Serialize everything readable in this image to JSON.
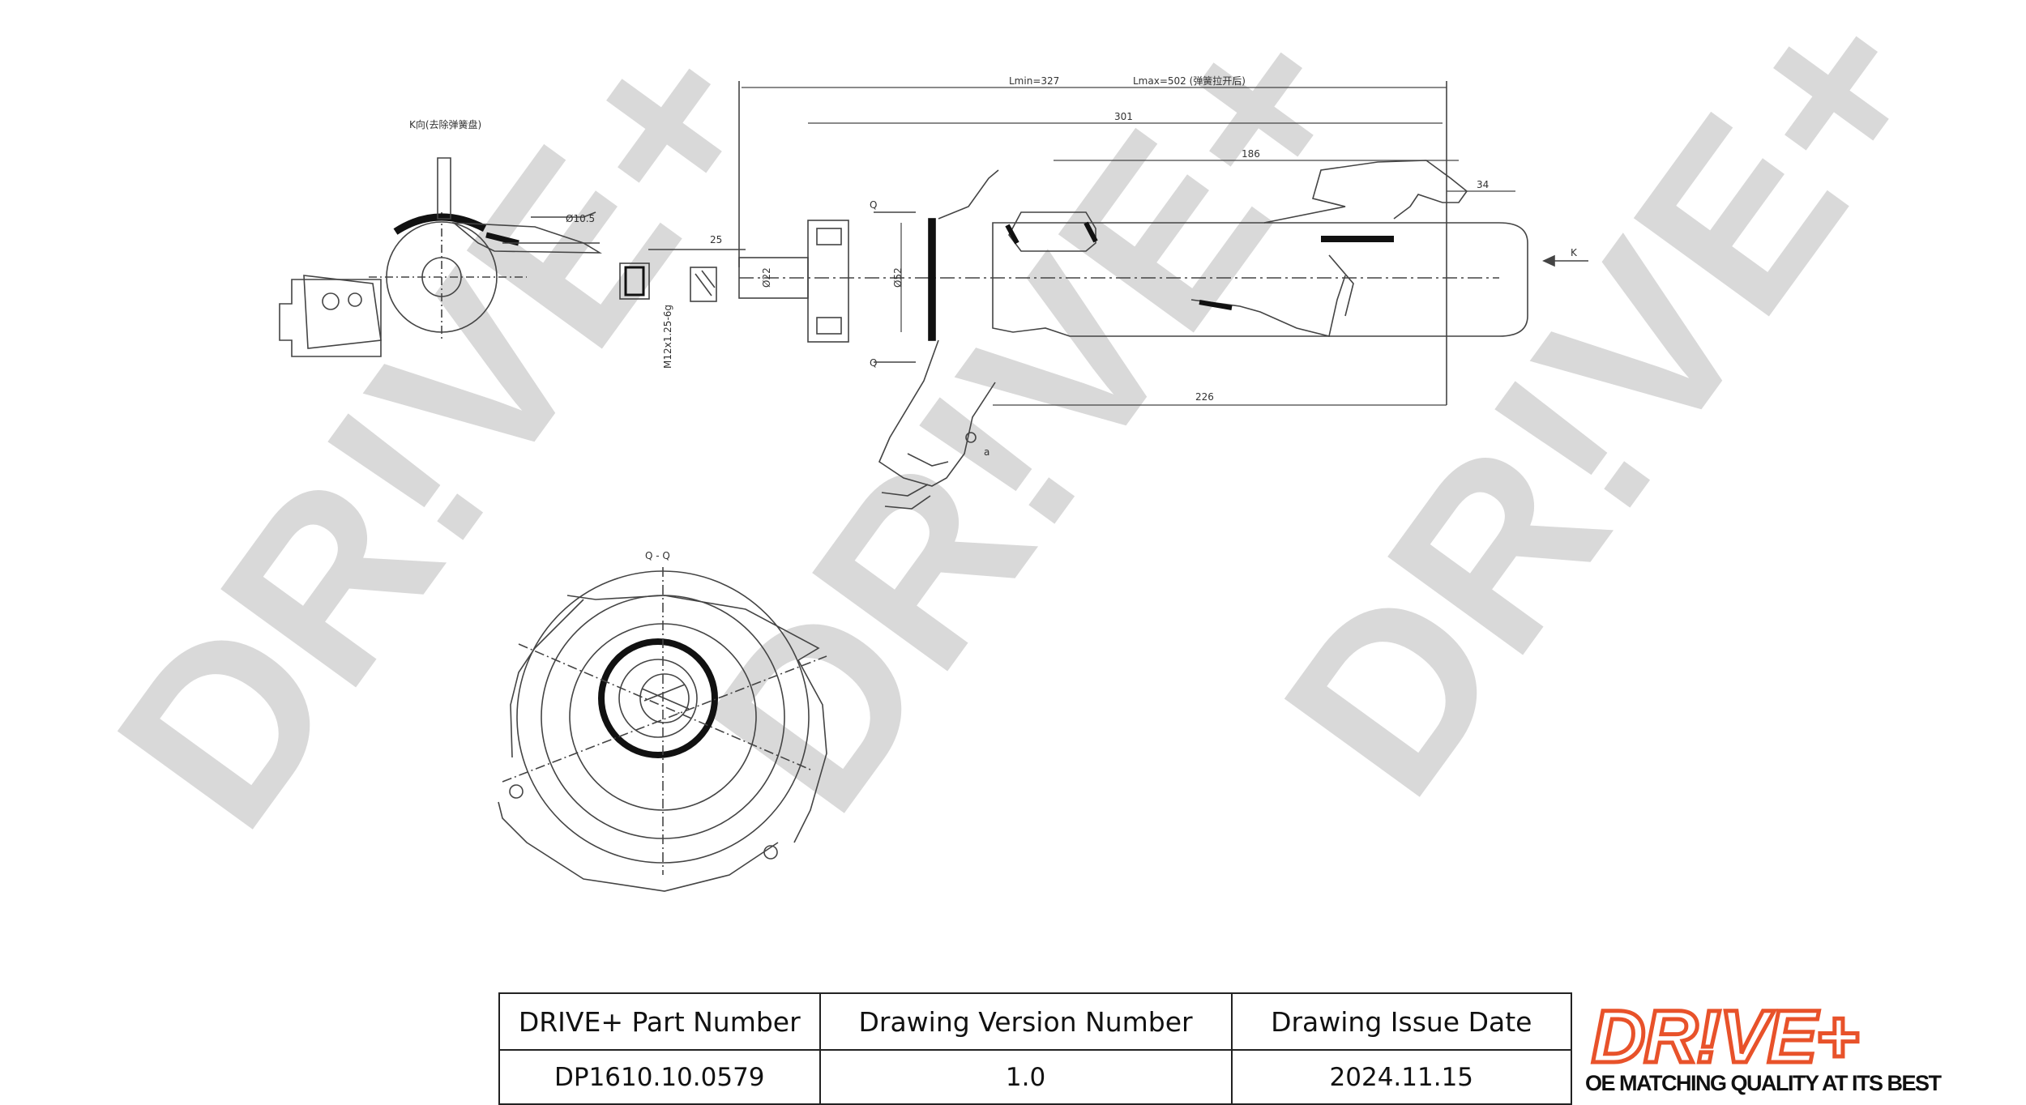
{
  "watermark": {
    "text": "DR!VE+"
  },
  "brand": {
    "logo_text": "DR!VE+",
    "tagline": "OE MATCHING QUALITY AT ITS BEST",
    "color": "#e8522a"
  },
  "drawing": {
    "view_k_label": "K向(去除弹簧盘)",
    "lmin": "Lmin=327",
    "lmax": "Lmax=502 (弹簧拉开后)",
    "dim_301": "301",
    "dim_186": "186",
    "dim_34": "34",
    "dim_25": "25",
    "dim_226": "226",
    "dia_10_5": "Ø10.5",
    "dia_22": "Ø22",
    "dia_52": "Ø52",
    "thread": "M12x1.25-6g",
    "arrow_k": "K",
    "section_q_top": "Q",
    "section_q_bottom": "Q",
    "section_title": "Q - Q",
    "label_a": "a"
  },
  "title_block": {
    "headers": {
      "part_number": "DRIVE+ Part Number",
      "version": "Drawing Version Number",
      "issue_date": "Drawing Issue Date"
    },
    "values": {
      "part_number": "DP1610.10.0579",
      "version": "1.0",
      "issue_date": "2024.11.15"
    }
  }
}
